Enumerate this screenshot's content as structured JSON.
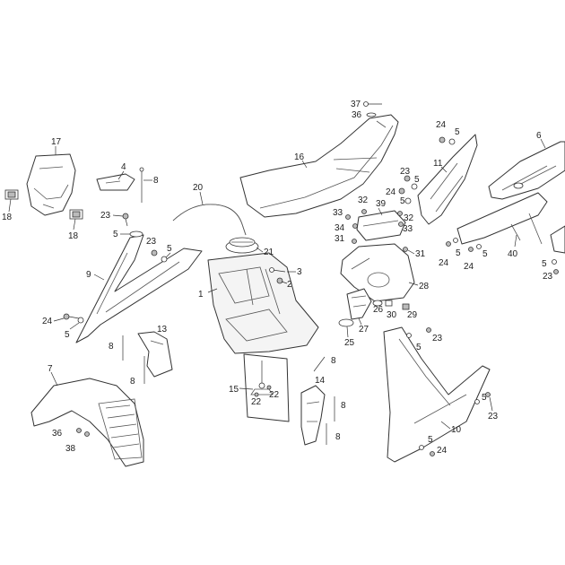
{
  "diagram": {
    "callouts": {
      "c1": "1",
      "c2": "2",
      "c3": "3",
      "c4": "4",
      "c5": "5",
      "c6": "6",
      "c7": "7",
      "c8": "8",
      "c9": "9",
      "c10": "10",
      "c11": "11",
      "c13": "13",
      "c14": "14",
      "c15": "15",
      "c16": "16",
      "c17": "17",
      "c18": "18",
      "c20": "20",
      "c21": "21",
      "c22": "22",
      "c23": "23",
      "c24": "24",
      "c25": "25",
      "c26": "26",
      "c27": "27",
      "c28": "28",
      "c29": "29",
      "c30": "30",
      "c31": "31",
      "c32": "32",
      "c33": "33",
      "c34": "34",
      "c36": "36",
      "c37": "37",
      "c38": "38",
      "c39": "39",
      "c40": "40"
    }
  }
}
